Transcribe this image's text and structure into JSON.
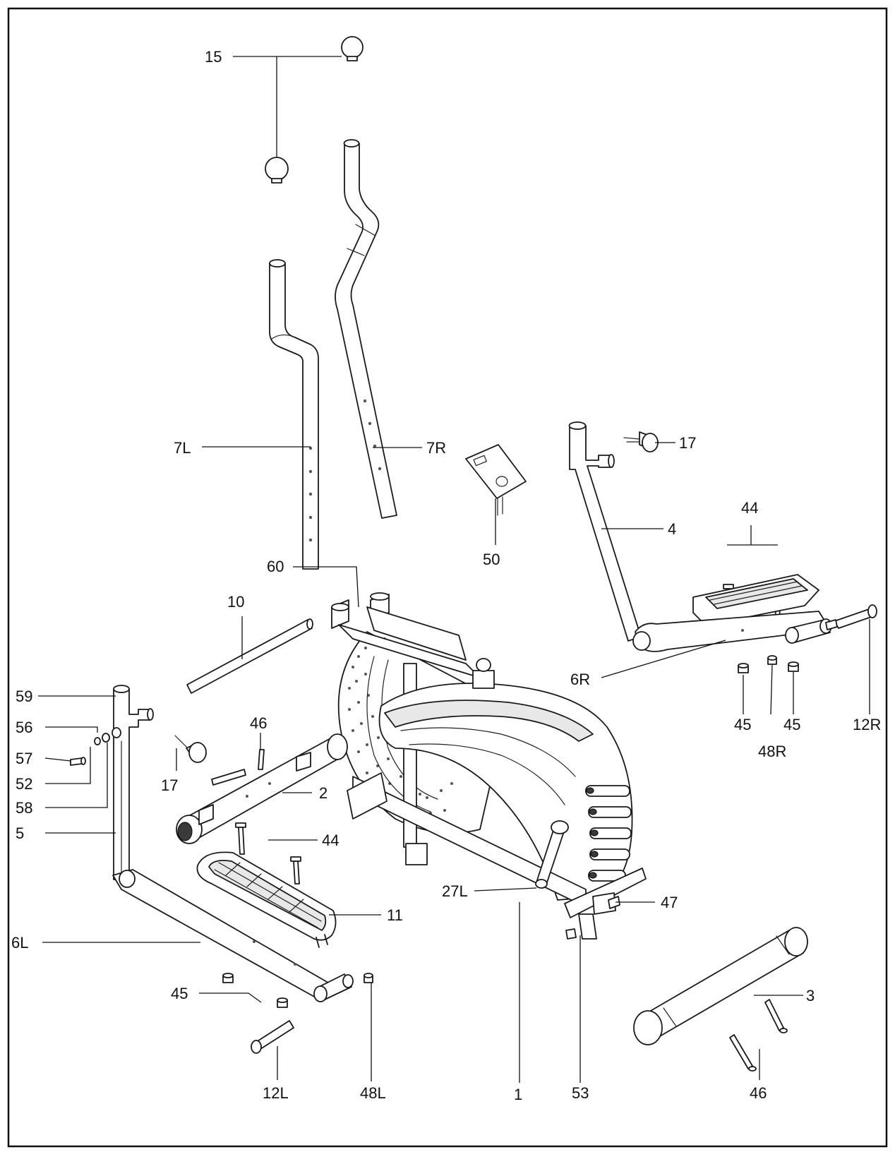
{
  "callouts": {
    "c15": "15",
    "c7L": "7L",
    "c7R": "7R",
    "c17_right": "17",
    "c4": "4",
    "c44_top": "44",
    "c50": "50",
    "c60": "60",
    "c10": "10",
    "c6R": "6R",
    "c45_right_a": "45",
    "c48R": "48R",
    "c45_right_b": "45",
    "c12R": "12R",
    "c59": "59",
    "c56": "56",
    "c57": "57",
    "c52": "52",
    "c58": "58",
    "c5": "5",
    "c46_top": "46",
    "c17_left": "17",
    "c2": "2",
    "c44_mid": "44",
    "c27L": "27L",
    "c47": "47",
    "c11": "11",
    "c6L": "6L",
    "c45_left": "45",
    "c12L": "12L",
    "c48L": "48L",
    "c1": "1",
    "c53": "53",
    "c3": "3",
    "c46_bottom": "46"
  }
}
